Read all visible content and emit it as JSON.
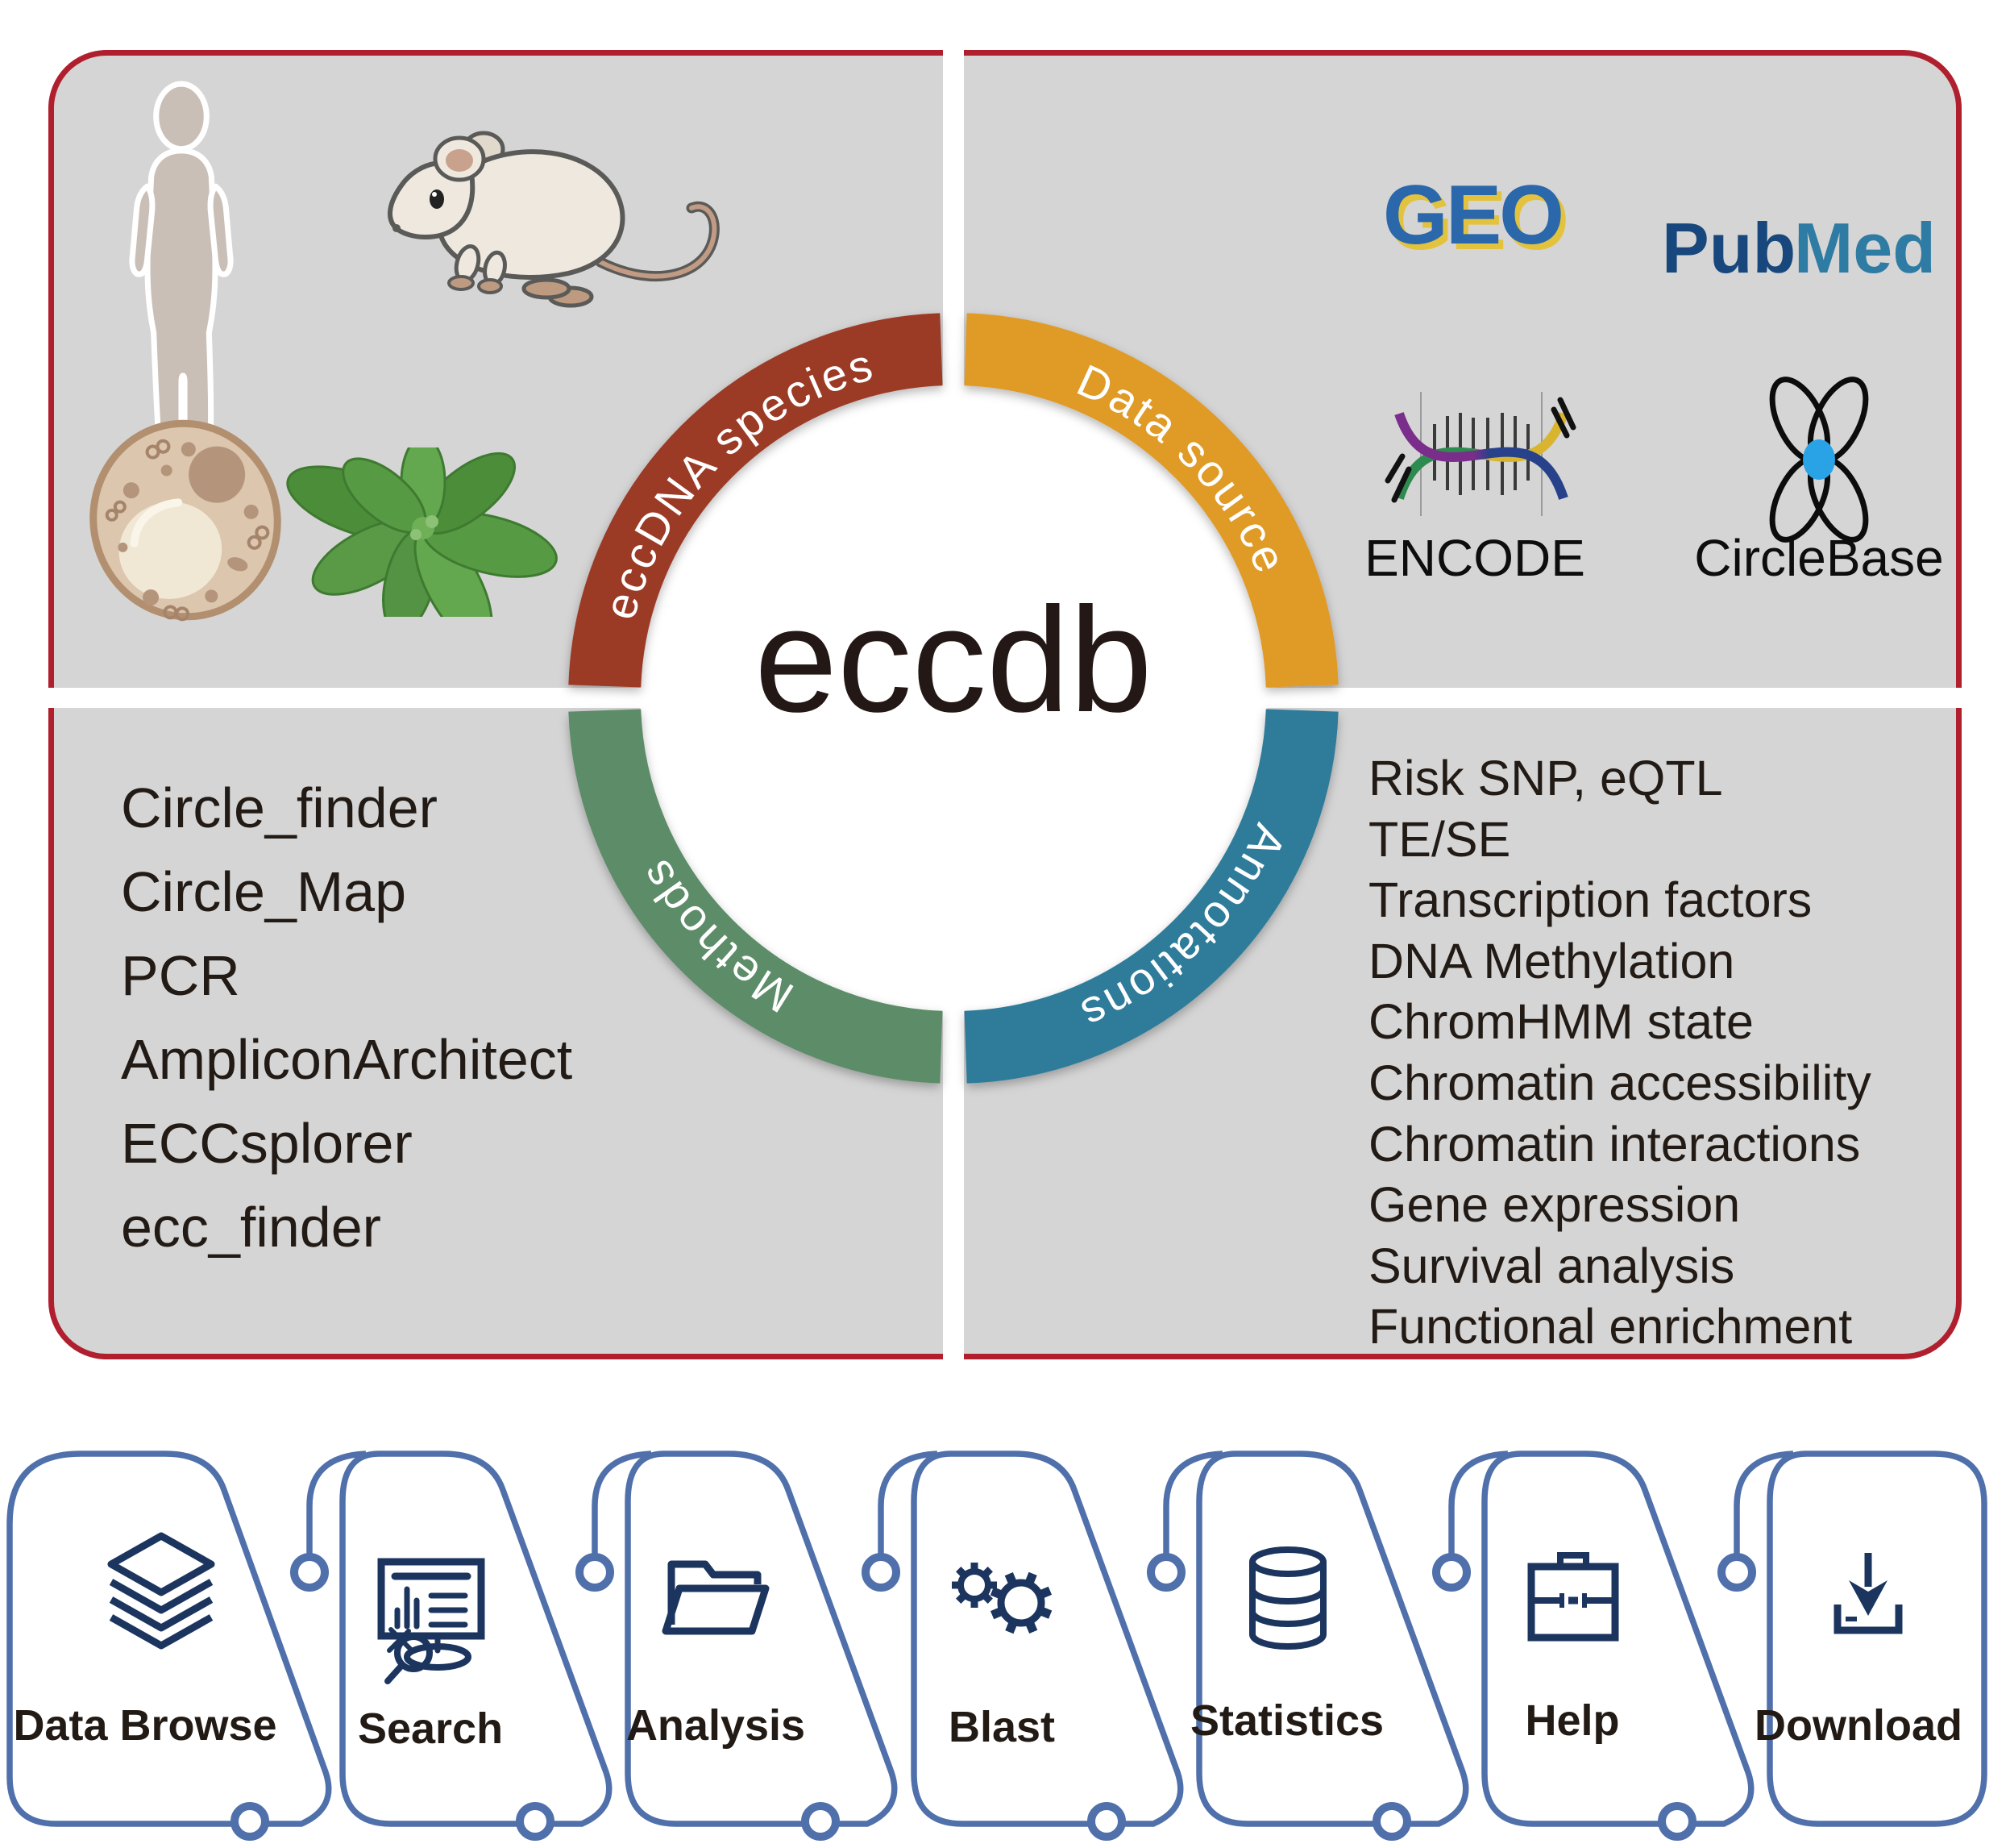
{
  "title": "eccdb",
  "ring": {
    "species": {
      "label": "eccDNA species",
      "color": "#9b3b28"
    },
    "data_source": {
      "label": "Data source",
      "color": "#e09a26"
    },
    "methods": {
      "label": "Methods",
      "color": "#5d8c68"
    },
    "annotations": {
      "label": "Annotations",
      "color": "#2e7b99"
    }
  },
  "species_panel": {
    "images": [
      "human-silhouette",
      "mouse",
      "yeast-cell",
      "rosette-plant"
    ]
  },
  "data_source_panel": {
    "geo": "GEO",
    "pubmed_pub": "Pub",
    "pubmed_med": "Med",
    "encode": "ENCODE",
    "circlebase": "CircleBase"
  },
  "methods_panel": {
    "items": [
      "Circle_finder",
      "Circle_Map",
      "PCR",
      "AmpliconArchitect",
      "ECCsplorer",
      "ecc_finder"
    ]
  },
  "annotations_panel": {
    "items": [
      "Risk SNP, eQTL",
      "TE/SE",
      "Transcription factors",
      "DNA Methylation",
      "ChromHMM state",
      "Chromatin accessibility",
      "Chromatin interactions",
      "Gene expression",
      "Survival analysis",
      "Functional enrichment"
    ]
  },
  "nav": {
    "items": [
      {
        "label": "Data Browse",
        "icon": "layers-icon"
      },
      {
        "label": "Search",
        "icon": "search-monitor-icon"
      },
      {
        "label": "Analysis",
        "icon": "folder-icon"
      },
      {
        "label": "Blast",
        "icon": "gears-icon"
      },
      {
        "label": "Statistics",
        "icon": "database-icon"
      },
      {
        "label": "Help",
        "icon": "briefcase-icon"
      },
      {
        "label": "Download",
        "icon": "download-icon"
      }
    ]
  },
  "colors": {
    "panel_bg": "#d5d5d5",
    "panel_border": "#b01f2e",
    "nav_outline": "#5070ab",
    "icon_navy": "#1c355f",
    "text": "#221a15"
  }
}
